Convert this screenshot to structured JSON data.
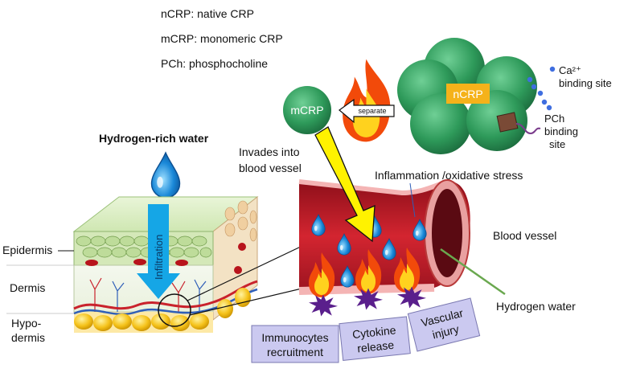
{
  "legend": {
    "line1": "nCRP: native CRP",
    "line2": "mCRP: monomeric CRP",
    "line3": "PCh: phosphocholine"
  },
  "crp": {
    "ncrp_label": "nCRP",
    "mcrp_label": "mCRP",
    "separate_label": "separate",
    "ca_label_line1": "Ca²⁺",
    "ca_label_line2": "binding site",
    "pch_label_line1": "PCh",
    "pch_label_line2": "binding",
    "pch_label_line3": "site"
  },
  "skin": {
    "water_title": "Hydrogen-rich water",
    "infiltration": "Infiltration",
    "epidermis": "Epidermis",
    "dermis": "Dermis",
    "hypodermis_line1": "Hypo-",
    "hypodermis_line2": "dermis"
  },
  "vessel": {
    "invades_line1": "Invades into",
    "invades_line2": "blood vessel",
    "inflammation": "Inflammation /oxidative stress",
    "blood_vessel": "Blood vessel",
    "hydrogen_water": "Hydrogen water"
  },
  "outcomes": {
    "box1_line1": "Immunocytes",
    "box1_line2": "recruitment",
    "box2_line1": "Cytokine",
    "box2_line2": "release",
    "box3_line1": "Vascular",
    "box3_line2": "injury"
  },
  "colors": {
    "crp_green": "#2e9a5a",
    "ncrp_box": "#f5b21a",
    "flame_outer": "#f24a0a",
    "flame_inner": "#ffd21e",
    "water_blue": "#1a88d8",
    "infiltration_arrow": "#15a6e6",
    "yellow_arrow": "#fff200",
    "vessel_red": "#c9222c",
    "outcome_box": "#cbc9f0",
    "ca_dot": "#3f6ee0",
    "pch_square": "#7a4a36",
    "star_purple": "#5a1f8c"
  }
}
